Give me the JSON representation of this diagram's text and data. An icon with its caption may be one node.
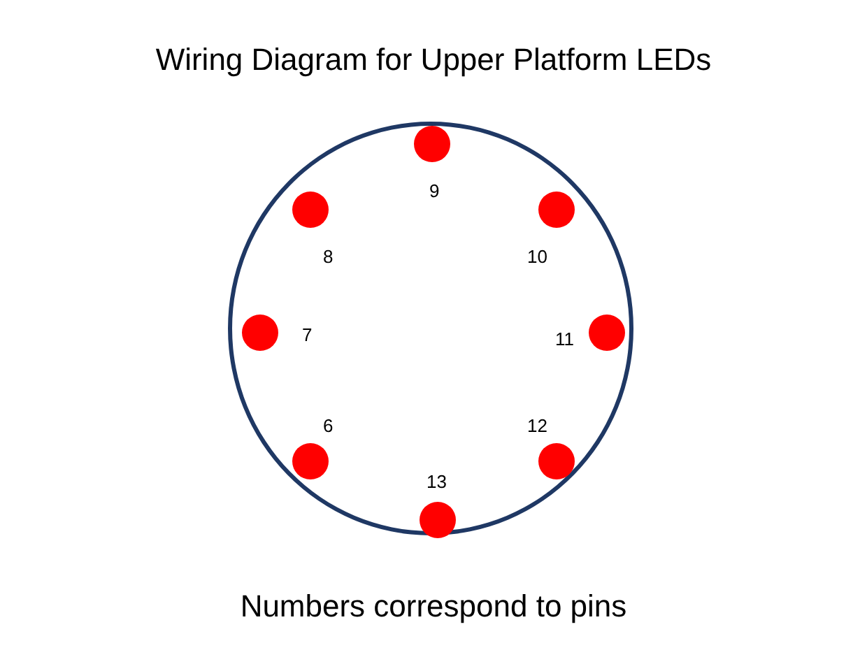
{
  "diagram": {
    "title": "Wiring Diagram for Upper Platform LEDs",
    "caption": "Numbers correspond to pins",
    "nodes": [
      {
        "text": [],
        "shape": "circle"
      },
      {
        "text": [],
        "shape": "circle",
        "in": 0,
        "beside": [
          "9"
        ]
      },
      {
        "text": [],
        "shape": "circle",
        "in": 0,
        "beside": [
          "8"
        ]
      },
      {
        "text": [],
        "shape": "circle",
        "in": 0,
        "beside": [
          "10"
        ]
      },
      {
        "text": [],
        "shape": "circle",
        "in": 0,
        "beside": [
          "7"
        ]
      },
      {
        "text": [],
        "shape": "circle",
        "in": 0,
        "beside": [
          "11"
        ]
      },
      {
        "text": [],
        "shape": "circle",
        "in": 0,
        "beside": [
          "6"
        ]
      },
      {
        "text": [],
        "shape": "circle",
        "in": 0,
        "beside": [
          "12"
        ]
      },
      {
        "text": [],
        "shape": "circle",
        "in": 0,
        "beside": [
          "13"
        ]
      }
    ]
  }
}
